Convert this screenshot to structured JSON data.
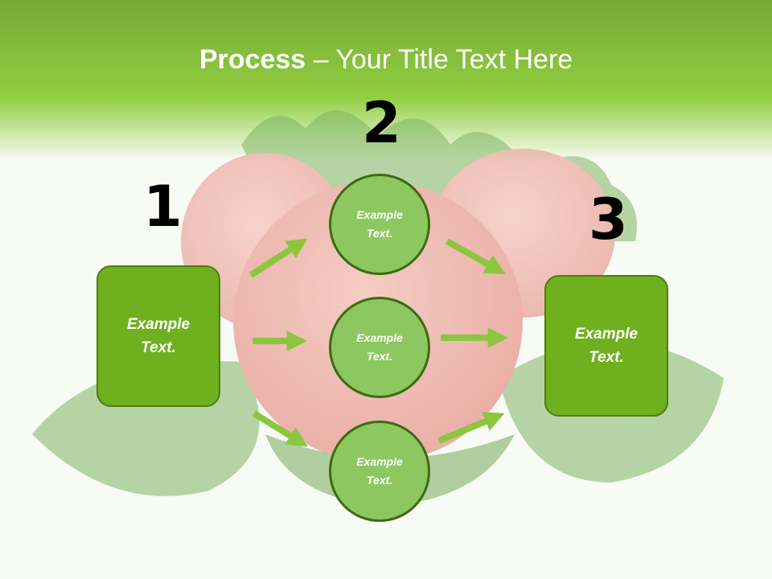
{
  "title": {
    "bold": "Process",
    "rest": " – Your Title Text Here"
  },
  "steps": [
    "1",
    "2",
    "3"
  ],
  "left_box": {
    "text": "Example Text."
  },
  "circles": [
    {
      "text": "Example Text."
    },
    {
      "text": "Example Text."
    },
    {
      "text": "Example Text."
    }
  ],
  "right_box": {
    "text": "Example Text."
  },
  "colors": {
    "header_green": "#7ec61f",
    "box_green": "#6fb01e",
    "circle_green": "#8cc85f",
    "arrow_green": "#8cc63f"
  }
}
